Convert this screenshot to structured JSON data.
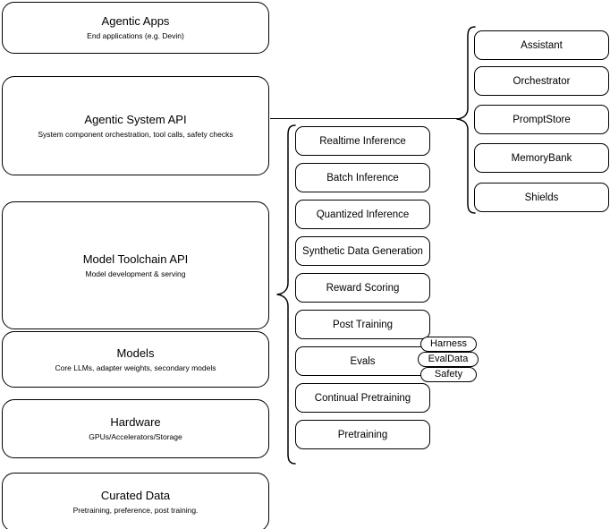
{
  "diagram": {
    "title": "AI stack layered architecture diagram",
    "colors": {
      "stroke": "#000000",
      "fill": "#ffffff",
      "text": "#000000"
    },
    "stack_layers": [
      {
        "title": "Agentic Apps",
        "subtitle": "End applications (e.g. Devin)"
      },
      {
        "title": "Agentic System API",
        "subtitle": "System component orchestration, tool calls, safety checks"
      },
      {
        "title": "Model Toolchain API",
        "subtitle": "Model development & serving"
      },
      {
        "title": "Models",
        "subtitle": "Core LLMs, adapter weights, secondary models"
      },
      {
        "title": "Hardware",
        "subtitle": "GPUs/Accelerators/Storage"
      },
      {
        "title": "Curated Data",
        "subtitle": "Pretraining, preference, post training."
      }
    ],
    "toolchain_capabilities": [
      {
        "label": "Realtime Inference"
      },
      {
        "label": "Batch Inference"
      },
      {
        "label": "Quantized Inference"
      },
      {
        "label": "Synthetic Data Generation"
      },
      {
        "label": "Reward Scoring"
      },
      {
        "label": "Post Training"
      },
      {
        "label": "Evals"
      },
      {
        "label": "Continual Pretraining"
      },
      {
        "label": "Pretraining"
      }
    ],
    "eval_pills": [
      {
        "label": "Harness"
      },
      {
        "label": "EvalData"
      },
      {
        "label": "Safety"
      }
    ],
    "system_components": [
      {
        "label": "Assistant"
      },
      {
        "label": "Orchestrator"
      },
      {
        "label": "PromptStore"
      },
      {
        "label": "MemoryBank"
      },
      {
        "label": "Shields"
      }
    ]
  }
}
